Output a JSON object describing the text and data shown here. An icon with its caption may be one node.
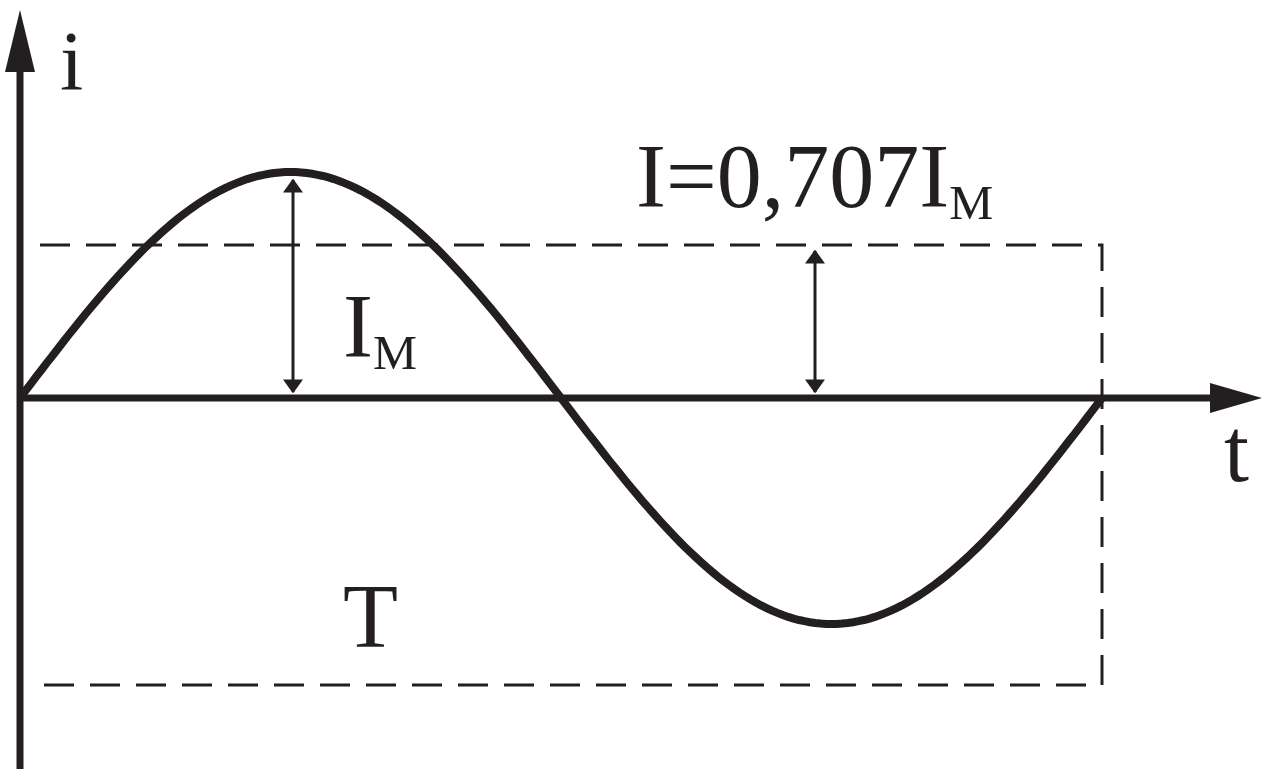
{
  "diagram": {
    "labels": [
      "i",
      "I=0,707I$_{M}$",
      "I$_{M}$",
      "t",
      "T"
    ]
  }
}
